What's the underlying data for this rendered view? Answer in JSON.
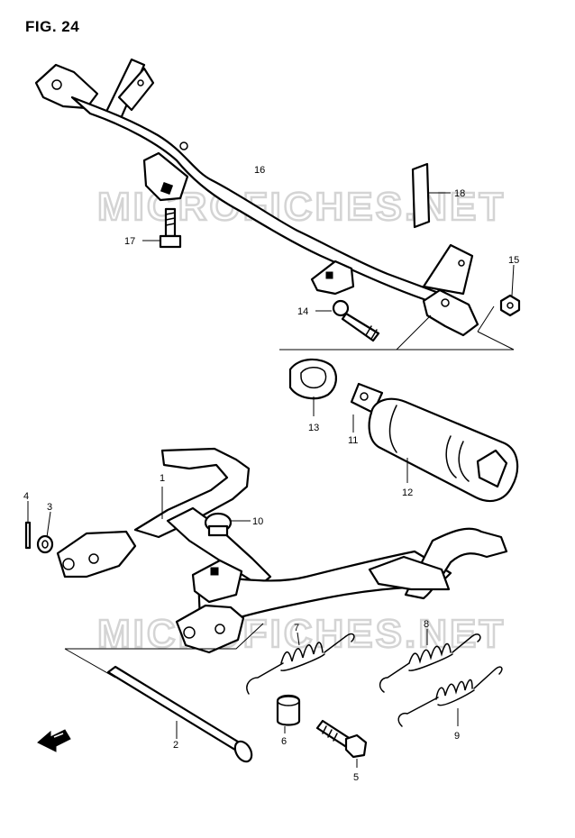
{
  "figure": {
    "title": "FIG. 24"
  },
  "watermark": {
    "text": "MICROFICHES.NET"
  },
  "callouts": {
    "p1": "1",
    "p2": "2",
    "p3": "3",
    "p4": "4",
    "p5": "5",
    "p6": "6",
    "p7": "7",
    "p8": "8",
    "p9": "9",
    "p10": "10",
    "p11": "11",
    "p12": "12",
    "p13": "13",
    "p14": "14",
    "p15": "15",
    "p16": "16",
    "p17": "17",
    "p18": "18"
  },
  "colors": {
    "line": "#000000",
    "watermark": "#d4d4d4",
    "background": "#ffffff"
  },
  "icons": {
    "front_arrow": "front-arrow-icon"
  }
}
